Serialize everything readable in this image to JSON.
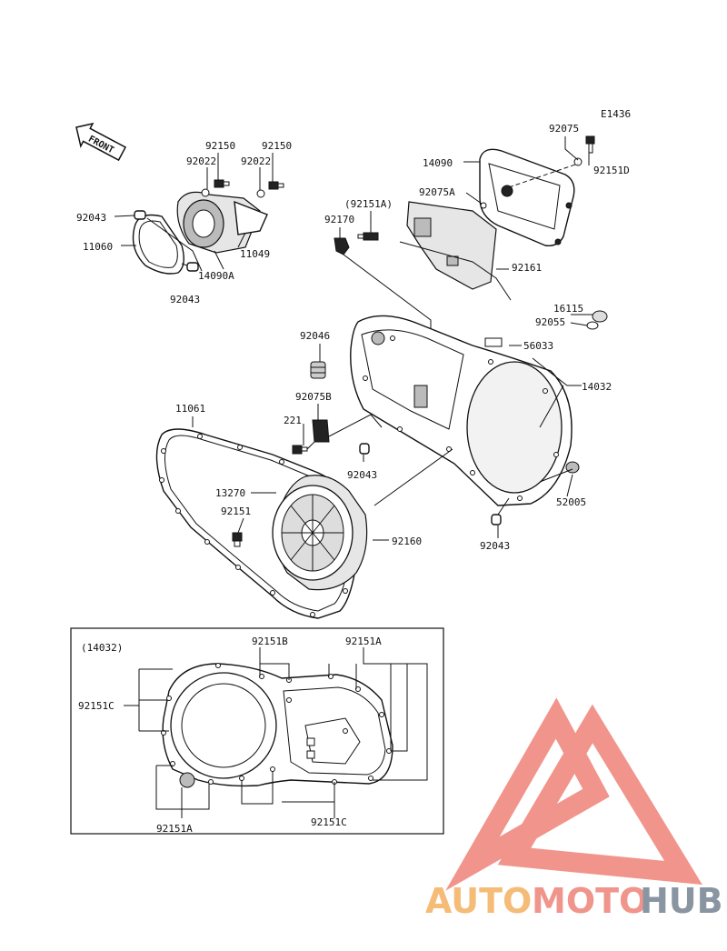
{
  "diagram_code": "E1436",
  "front_label": "FRONT",
  "labels": {
    "p92150a": "92150",
    "p92150b": "92150",
    "p92022a": "92022",
    "p92022b": "92022",
    "p92043a": "92043",
    "p11060": "11060",
    "p14090A": "14090A",
    "p11049": "11049",
    "p92043b": "92043",
    "p92075": "92075",
    "p14090": "14090",
    "p92151D": "92151D",
    "p92075A": "92075A",
    "p92151Ap": "(92151A)",
    "p92170": "92170",
    "p92161": "92161",
    "p16115": "16115",
    "p92055": "92055",
    "p92046": "92046",
    "p56033": "56033",
    "p14032": "14032",
    "p11061": "11061",
    "p92075B": "92075B",
    "p221": "221",
    "p92043c": "92043",
    "p13270": "13270",
    "p92151": "92151",
    "p92160": "92160",
    "p52005": "52005",
    "p92043d": "92043"
  },
  "inset": {
    "title": "(14032)",
    "p92151B": "92151B",
    "p92151A_top": "92151A",
    "p92151C_left": "92151C",
    "p92151A_bottom": "92151A",
    "p92151C_bottom": "92151C"
  },
  "watermark": {
    "auto": "AUTO",
    "moto": "MOTO",
    "hub": "HUB",
    "color_auto": "#f5b56a",
    "color_moto": "#ef8a80",
    "color_hub": "#7d8b99",
    "logo_color": "#f08a80"
  }
}
